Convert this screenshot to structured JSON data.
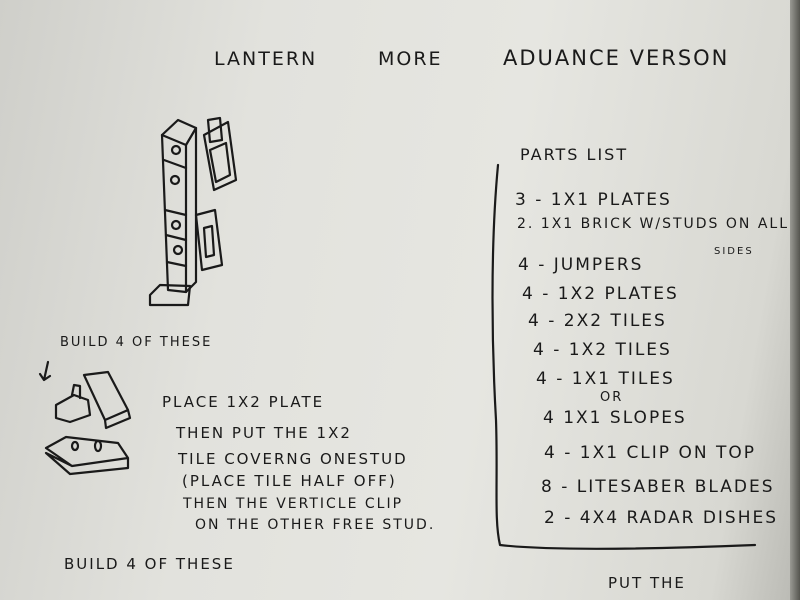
{
  "title": {
    "part1": "Lantern",
    "part2": "More",
    "part3": "Aduance Verson"
  },
  "parts_list": {
    "heading": "Parts List",
    "items": [
      "3 - 1x1 Plates",
      "2. 1x1 brick w/studs on all",
      "sides",
      "4 - Jumpers",
      "4 - 1x2 plates",
      "4 - 2x2 tiles",
      "4 - 1x2 Tiles",
      "4 - 1x1 Tiles",
      "or",
      "4 1x1 Slopes",
      "4 - 1x1 clip on top",
      "8 - Litesaber blades",
      "2 - 4x4 Radar Dishes"
    ]
  },
  "instructions": {
    "build_1": "Build 4 of These",
    "steps": [
      "Place 1x2 plate",
      "then put the 1x2",
      "tile coverng onestud",
      "(place tile half off)",
      "then the verticle clip",
      "on the other free stud."
    ],
    "build_2": "Build 4 of These",
    "footer": "Put the"
  }
}
